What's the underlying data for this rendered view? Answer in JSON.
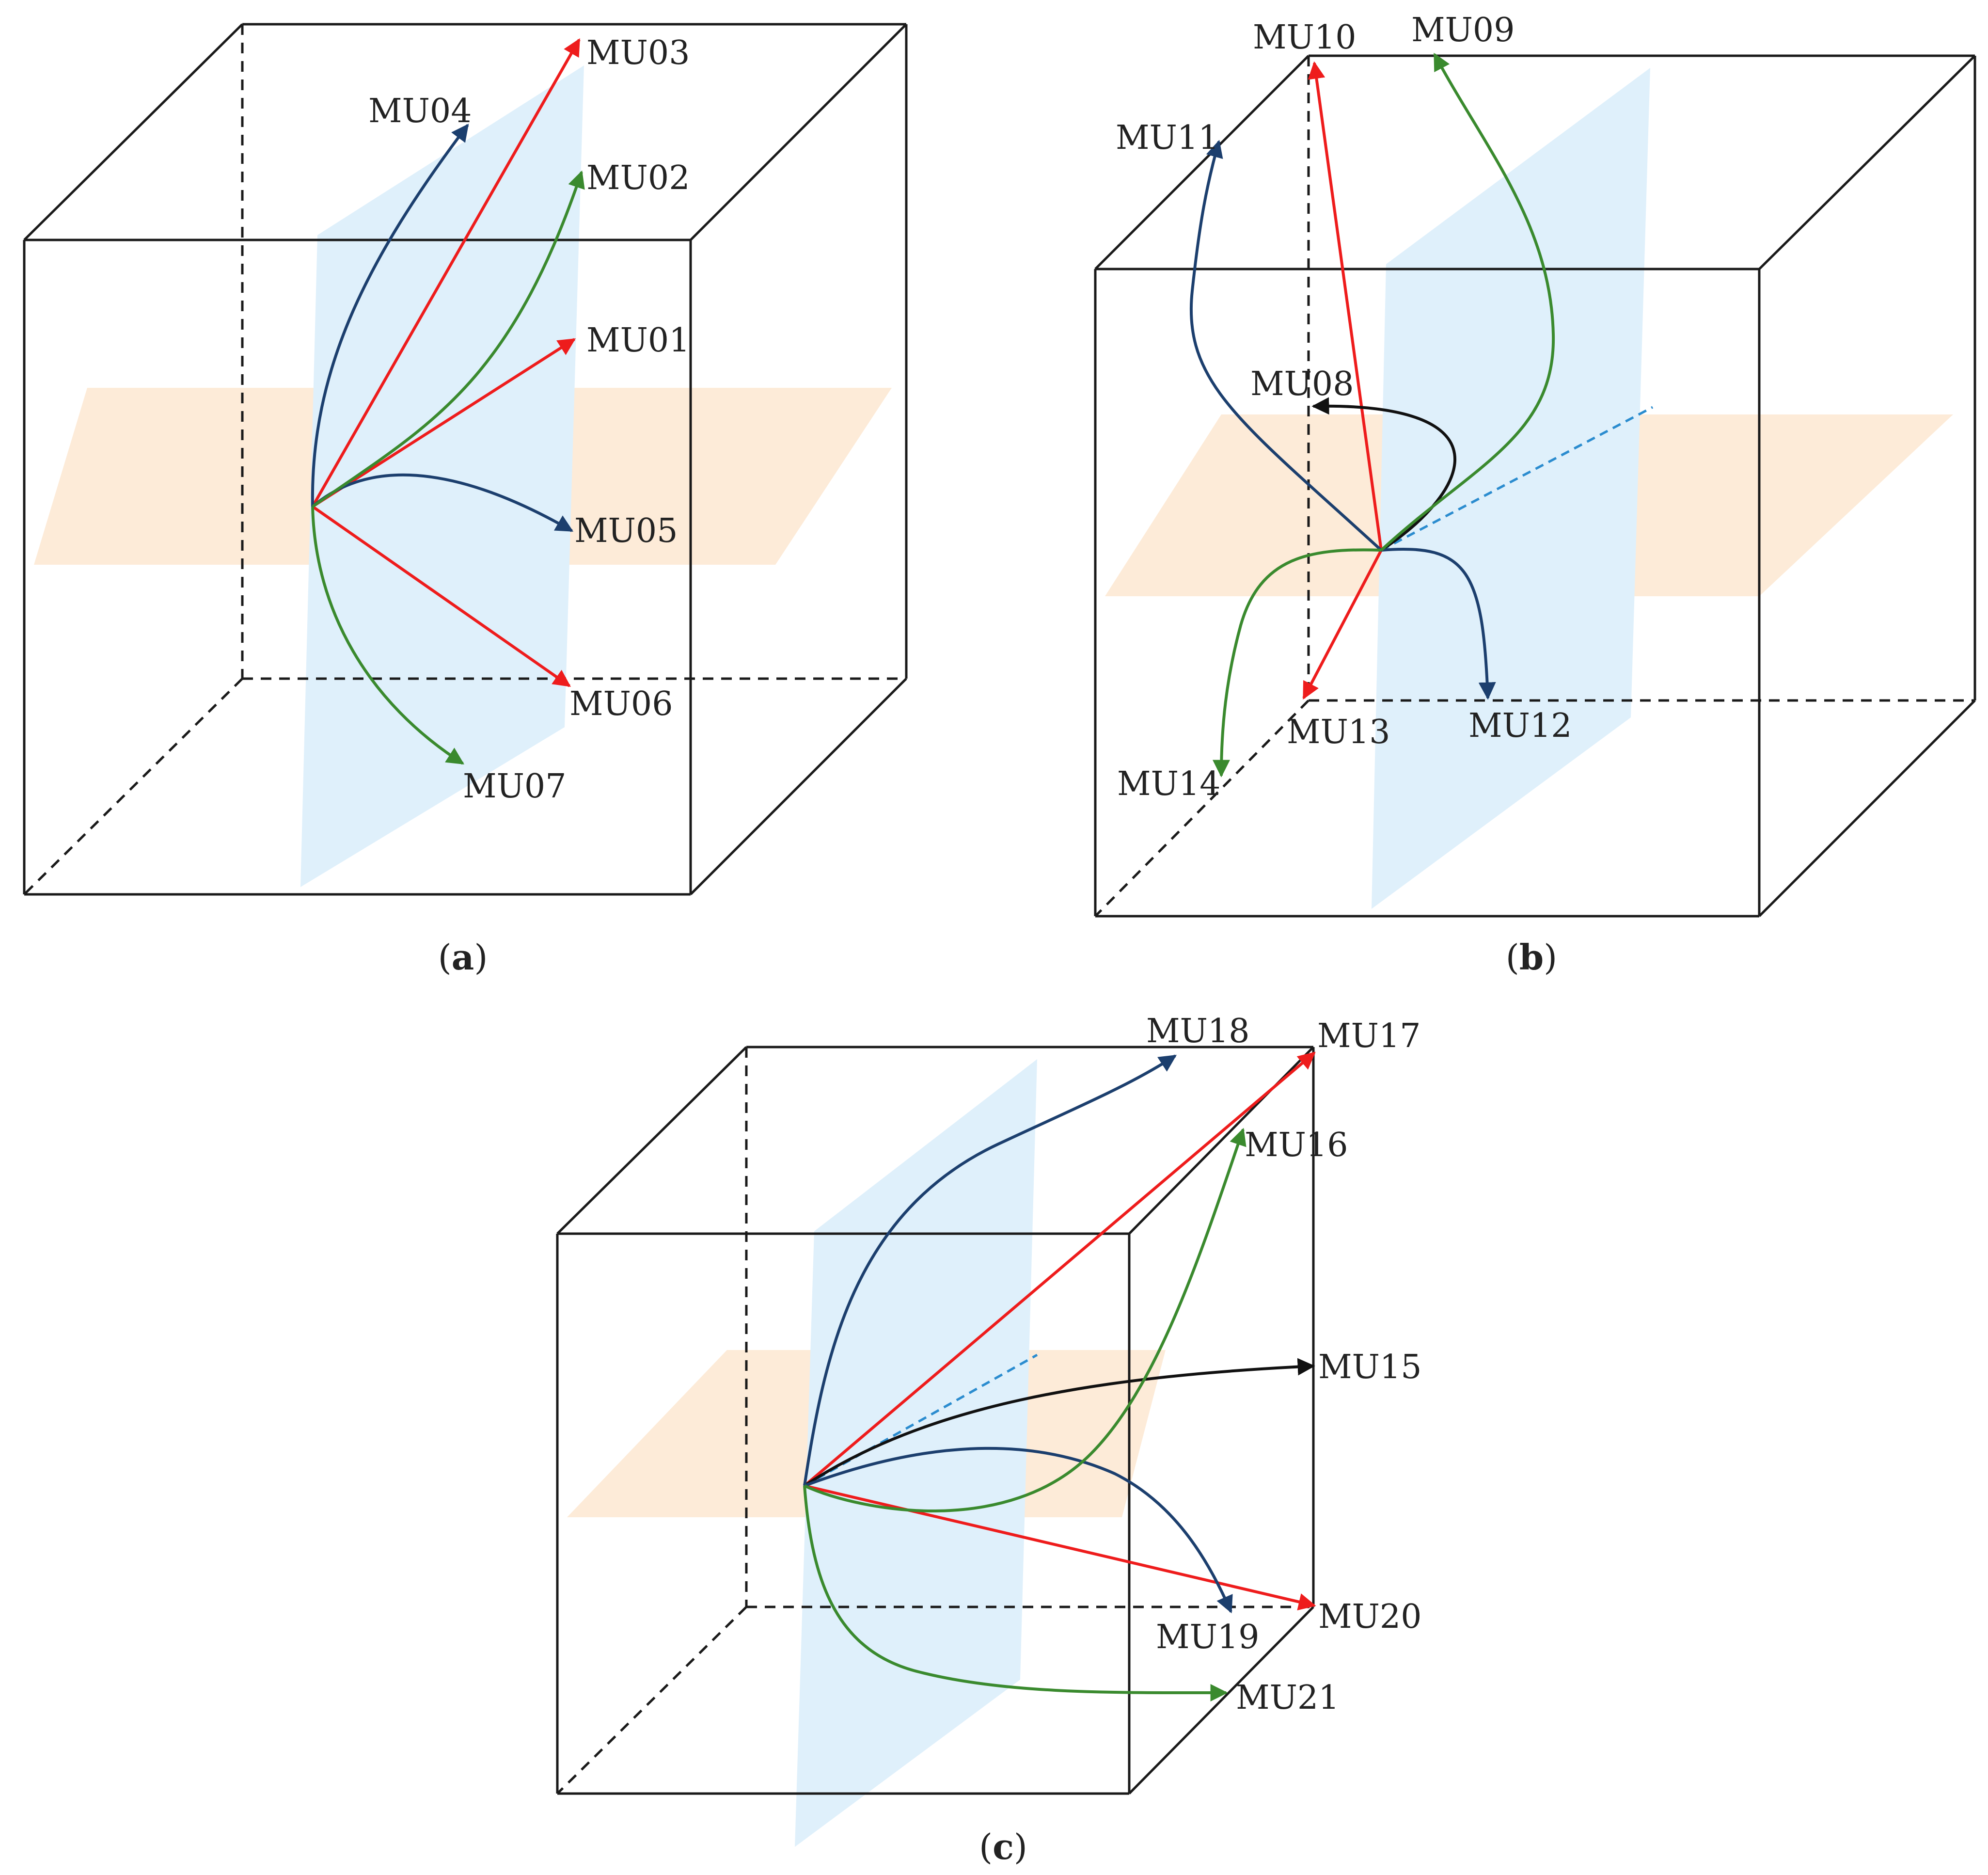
{
  "colors": {
    "direct": "#ee1c1c",
    "curve_a": "#1c3f6e",
    "curve_b": "#3a8a2e",
    "curve_c": "#111111",
    "vertical_plane": "#dff0fb",
    "horizontal_plane": "#fdebd8",
    "reference_dash": "#2b8ccf"
  },
  "panels": {
    "a": {
      "caption": {
        "open": "(",
        "letter": "a",
        "close": ")"
      },
      "labels": {
        "MU01": "MU01",
        "MU02": "MU02",
        "MU03": "MU03",
        "MU04": "MU04",
        "MU05": "MU05",
        "MU06": "MU06",
        "MU07": "MU07"
      }
    },
    "b": {
      "caption": {
        "open": "(",
        "letter": "b",
        "close": ")"
      },
      "labels": {
        "MU08": "MU08",
        "MU09": "MU09",
        "MU10": "MU10",
        "MU11": "MU11",
        "MU12": "MU12",
        "MU13": "MU13",
        "MU14": "MU14"
      }
    },
    "c": {
      "caption": {
        "open": "(",
        "letter": "c",
        "close": ")"
      },
      "labels": {
        "MU15": "MU15",
        "MU16": "MU16",
        "MU17": "MU17",
        "MU18": "MU18",
        "MU19": "MU19",
        "MU20": "MU20",
        "MU21": "MU21"
      }
    }
  }
}
